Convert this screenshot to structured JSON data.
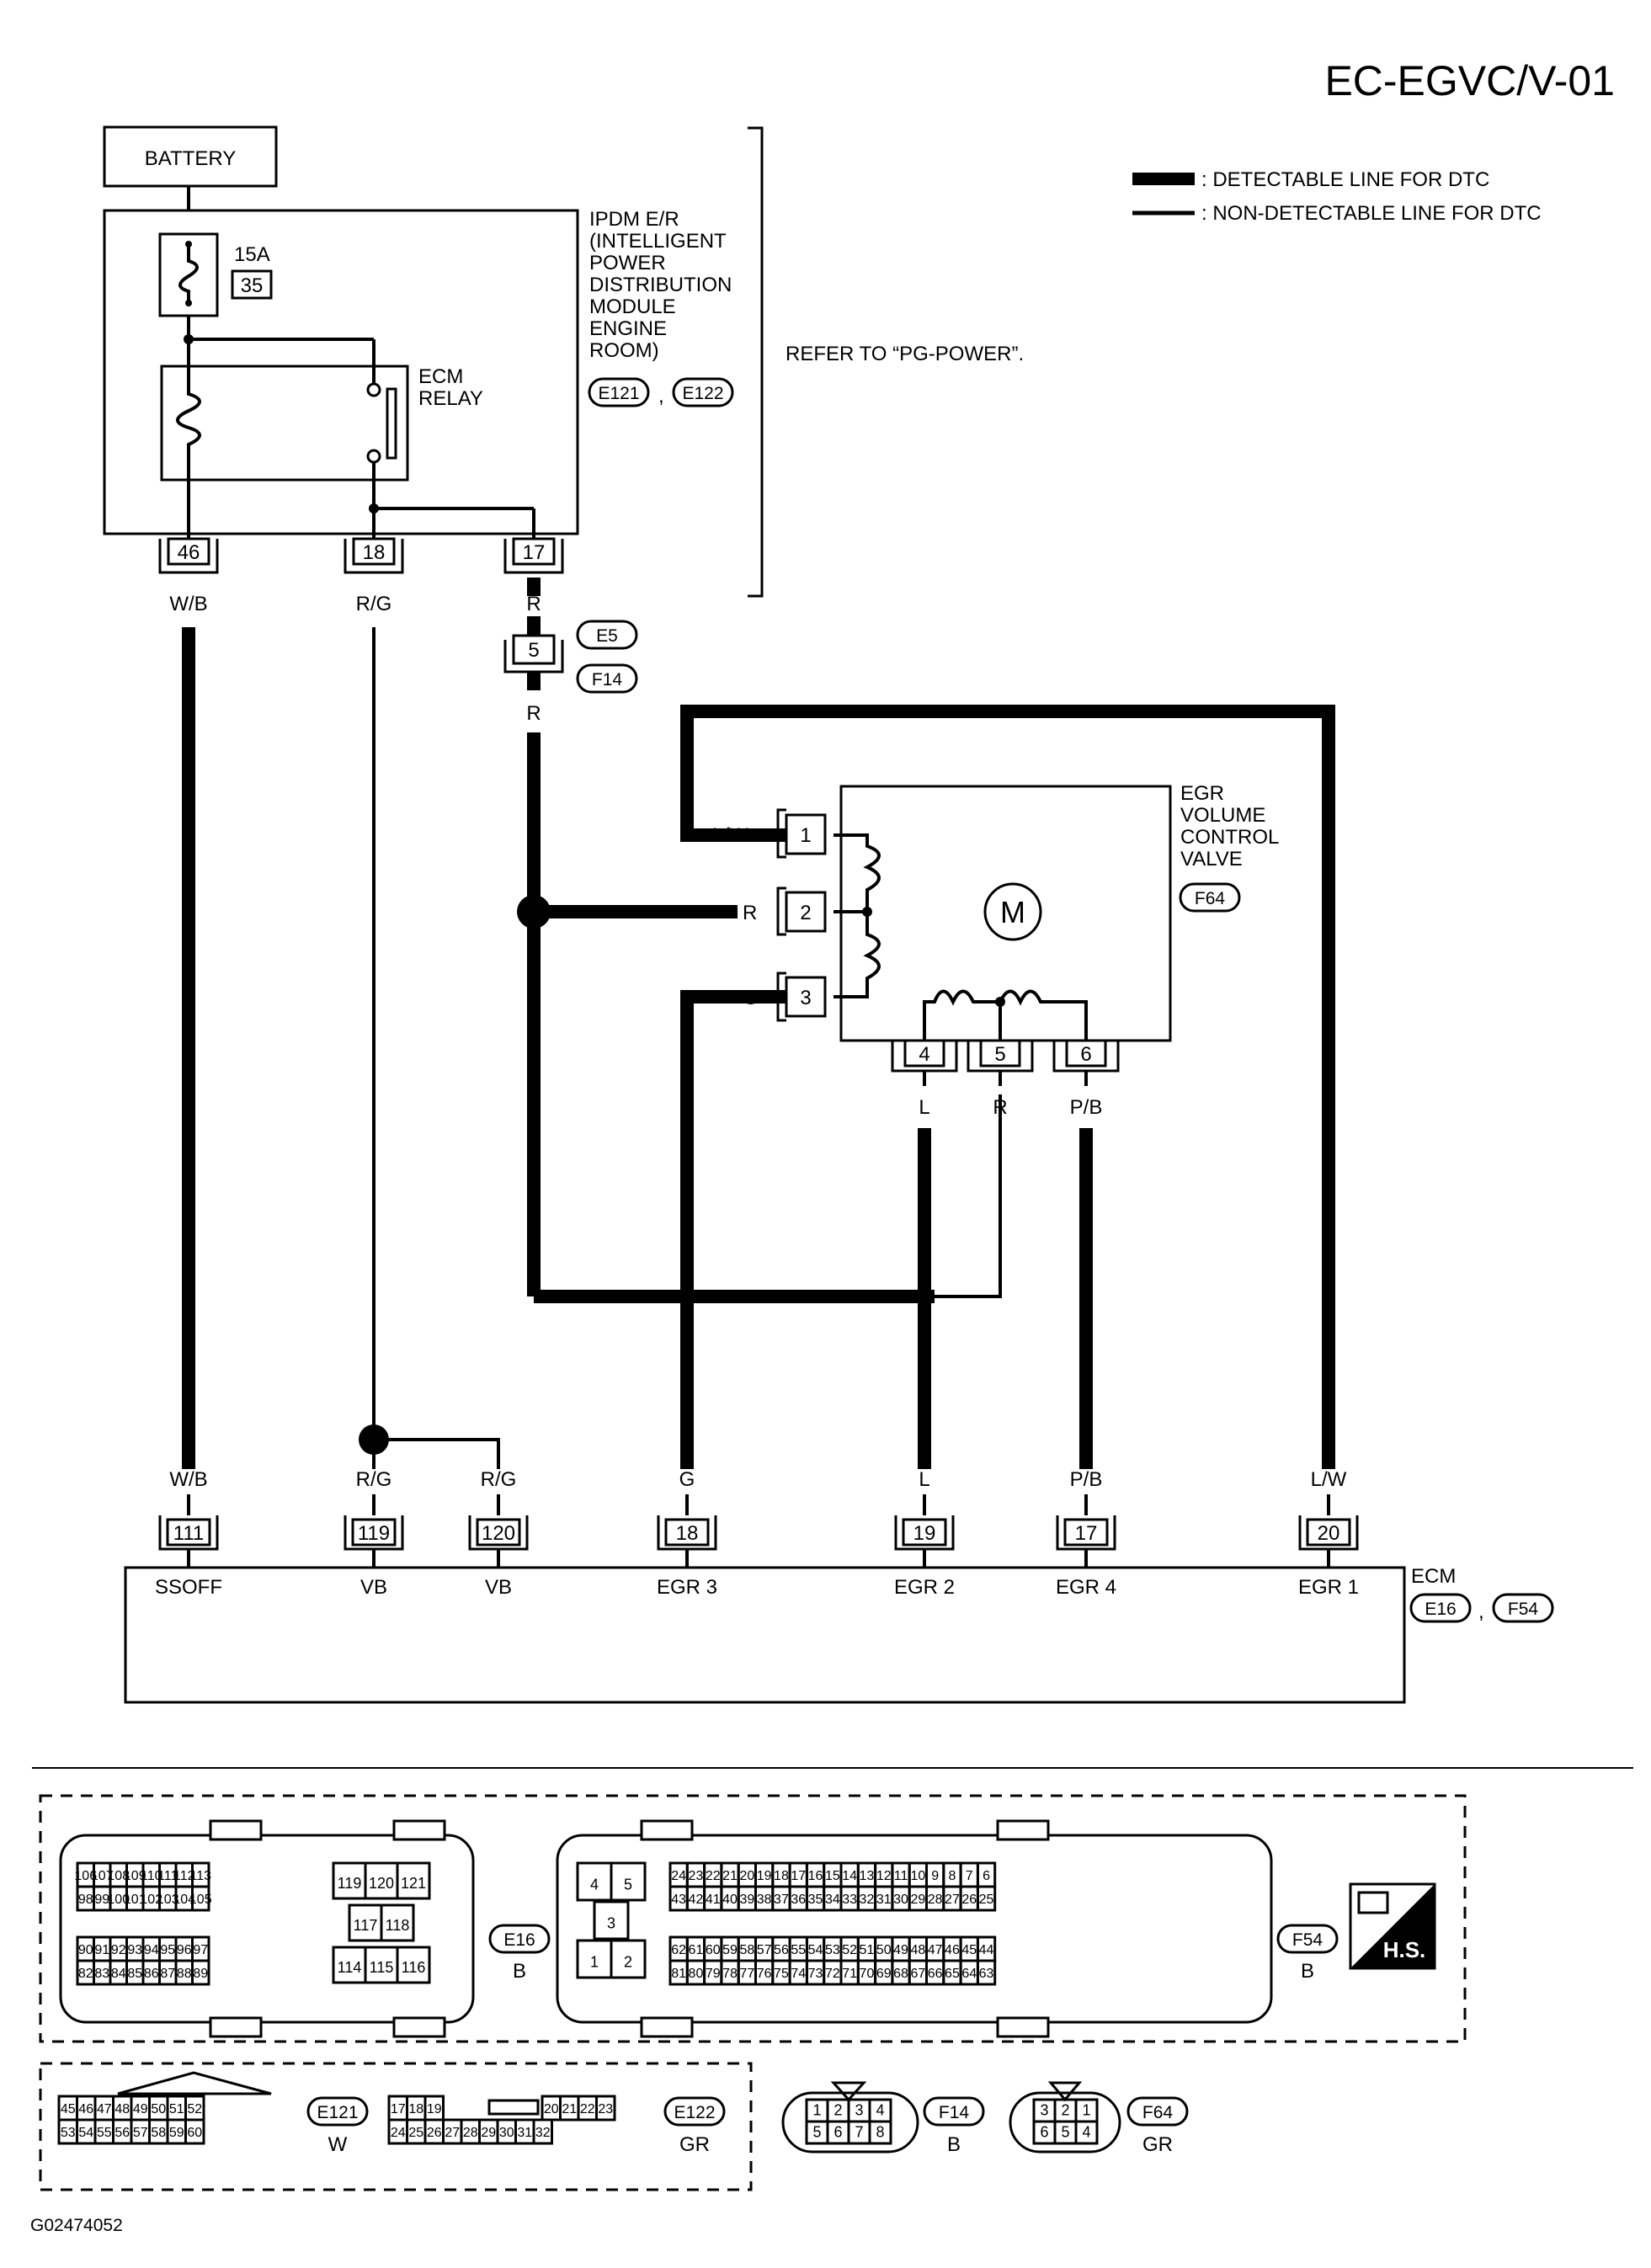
{
  "page_code": "EC-EGVC/V-01",
  "figure_id": "G02474052",
  "legend": {
    "detectable": ": DETECTABLE LINE FOR DTC",
    "non_detectable": ": NON-DETECTABLE LINE FOR DTC"
  },
  "battery": "BATTERY",
  "fuse": {
    "amps": "15A",
    "number": "35"
  },
  "ipdm": {
    "lines": [
      "IPDM E/R",
      "(INTELLIGENT",
      "POWER",
      "DISTRIBUTION",
      "MODULE",
      "ENGINE",
      "ROOM)"
    ],
    "conn_a": "E121",
    "sep": ",",
    "conn_b": "E122",
    "terminals": [
      "46",
      "18",
      "17"
    ]
  },
  "ecm_relay": [
    "ECM",
    "RELAY"
  ],
  "refer_note": "REFER TO “PG-POWER”.",
  "joint": {
    "pin": "5",
    "conn_top": "E5",
    "conn_bottom": "F14"
  },
  "wires": {
    "wb": "W/B",
    "rg": "R/G",
    "r": "R",
    "lw": "L/W",
    "g": "G",
    "l": "L",
    "pb": "P/B"
  },
  "valve": {
    "lines": [
      "EGR",
      "VOLUME",
      "CONTROL",
      "VALVE"
    ],
    "conn": "F64",
    "motor": "M",
    "pins_left": [
      "1",
      "2",
      "3"
    ],
    "pins_bottom": [
      "4",
      "5",
      "6"
    ]
  },
  "ecm": {
    "label": "ECM",
    "conn_a": "E16",
    "sep": ",",
    "conn_b": "F54",
    "terminals": [
      {
        "pin": "111",
        "name": "SSOFF",
        "wire": "W/B"
      },
      {
        "pin": "119",
        "name": "VB",
        "wire": "R/G"
      },
      {
        "pin": "120",
        "name": "VB",
        "wire": "R/G"
      },
      {
        "pin": "18",
        "name": "EGR 3",
        "wire": "G"
      },
      {
        "pin": "19",
        "name": "EGR 2",
        "wire": "L"
      },
      {
        "pin": "17",
        "name": "EGR 4",
        "wire": "P/B"
      },
      {
        "pin": "20",
        "name": "EGR 1",
        "wire": "L/W"
      }
    ]
  },
  "connectors": {
    "e16": {
      "id": "E16",
      "color": "B",
      "row1": [
        "106",
        "107",
        "108",
        "109",
        "110",
        "111",
        "112",
        "113"
      ],
      "row2": [
        "98",
        "99",
        "100",
        "101",
        "102",
        "103",
        "104",
        "105"
      ],
      "row3": [
        "90",
        "91",
        "92",
        "93",
        "94",
        "95",
        "96",
        "97"
      ],
      "row4": [
        "82",
        "83",
        "84",
        "85",
        "86",
        "87",
        "88",
        "89"
      ],
      "mid_top": [
        "119",
        "120",
        "121"
      ],
      "mid_center": [
        "117",
        "118"
      ],
      "mid_bottom": [
        "114",
        "115",
        "116"
      ]
    },
    "f54": {
      "id": "F54",
      "color": "B",
      "block_top": [
        "4",
        "5"
      ],
      "block_mid": "3",
      "block_bottom": [
        "1",
        "2"
      ],
      "row1": [
        "24",
        "23",
        "22",
        "21",
        "20",
        "19",
        "18",
        "17",
        "16",
        "15",
        "14",
        "13",
        "12",
        "11",
        "10",
        "9",
        "8",
        "7",
        "6"
      ],
      "row2": [
        "43",
        "42",
        "41",
        "40",
        "39",
        "38",
        "37",
        "36",
        "35",
        "34",
        "33",
        "32",
        "31",
        "30",
        "29",
        "28",
        "27",
        "26",
        "25"
      ],
      "row3": [
        "62",
        "61",
        "60",
        "59",
        "58",
        "57",
        "56",
        "55",
        "54",
        "53",
        "52",
        "51",
        "50",
        "49",
        "48",
        "47",
        "46",
        "45",
        "44"
      ],
      "row4": [
        "81",
        "80",
        "79",
        "78",
        "77",
        "76",
        "75",
        "74",
        "73",
        "72",
        "71",
        "70",
        "69",
        "68",
        "67",
        "66",
        "65",
        "64",
        "63"
      ]
    },
    "hs_badge": "H.S.",
    "e121": {
      "id": "E121",
      "color": "W",
      "row1": [
        "45",
        "46",
        "47",
        "48",
        "49",
        "50",
        "51",
        "52"
      ],
      "row2": [
        "53",
        "54",
        "55",
        "56",
        "57",
        "58",
        "59",
        "60"
      ]
    },
    "e122": {
      "id": "E122",
      "color": "GR",
      "row1": [
        "17",
        "18",
        "19",
        "20",
        "21",
        "22",
        "23"
      ],
      "row2": [
        "24",
        "25",
        "26",
        "27",
        "28",
        "29",
        "30",
        "31",
        "32"
      ]
    },
    "f14": {
      "id": "F14",
      "color": "B",
      "row1": [
        "1",
        "2",
        "3",
        "4"
      ],
      "row2": [
        "5",
        "6",
        "7",
        "8"
      ]
    },
    "f64": {
      "id": "F64",
      "color": "GR",
      "row1": [
        "3",
        "2",
        "1"
      ],
      "row2": [
        "6",
        "5",
        "4"
      ]
    }
  }
}
